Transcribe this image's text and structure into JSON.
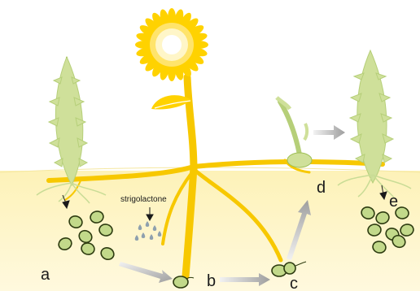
{
  "diagram": {
    "labels": {
      "strigolactone": "strigolactone",
      "a": "a",
      "b": "b",
      "c": "c",
      "d": "d",
      "e": "e"
    },
    "colors": {
      "soil": "#fdf4c2",
      "root": "#f7c800",
      "parasite_leaf": "#cfe09a",
      "parasite_stroke": "#9fbf55",
      "seed_fill": "#c2d98a",
      "seed_stroke": "#2d3b10",
      "droplet": "#8ea0ae",
      "arrow_grey": "#b9b9b9",
      "sunflower": "#ffd200"
    }
  }
}
